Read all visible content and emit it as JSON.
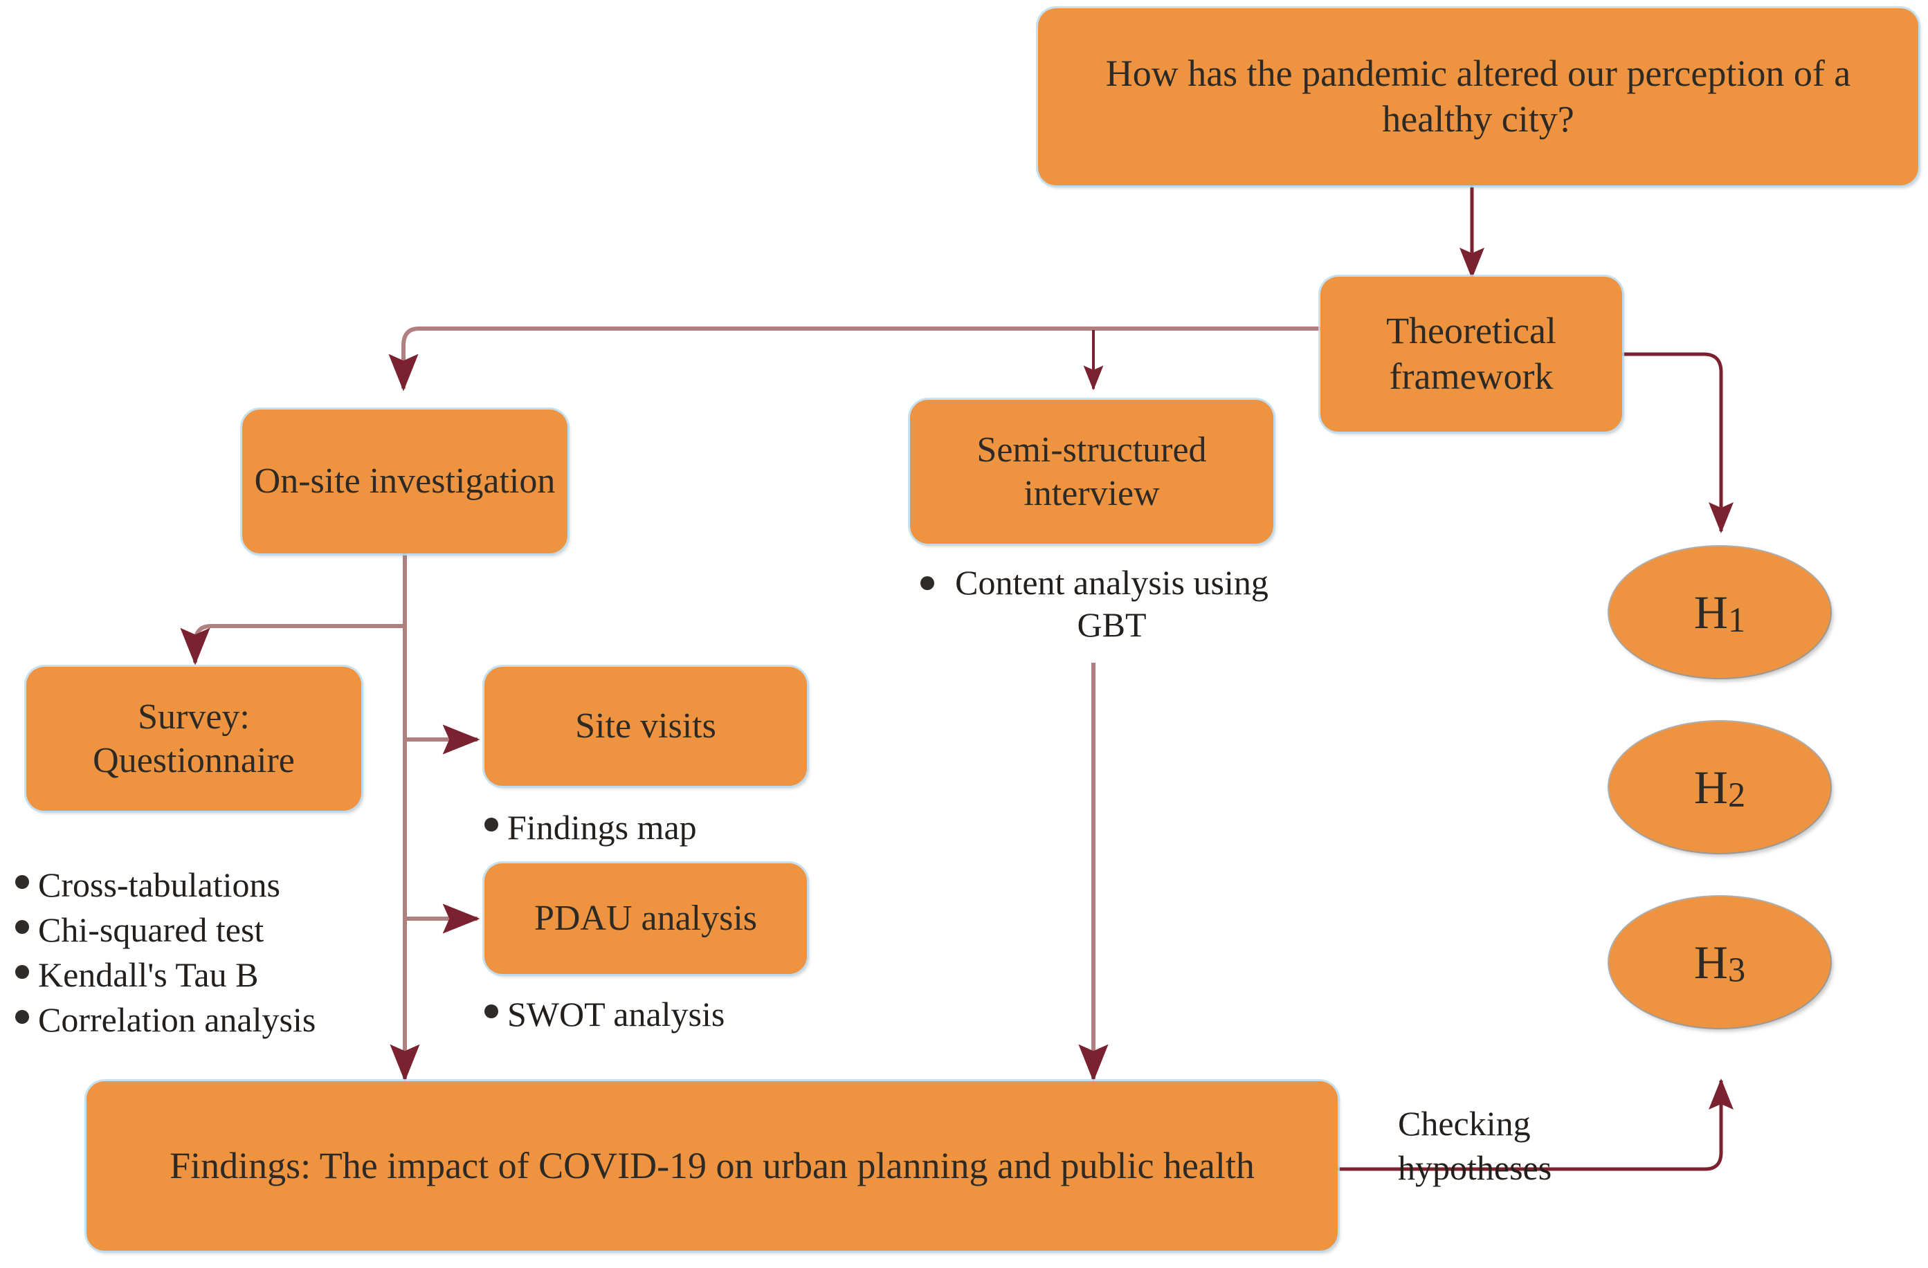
{
  "theme": {
    "node_fill": "#ee9440",
    "node_text": "#2d2a26",
    "connector_stroke": "#7b2230",
    "connector_stroke_light": "#b07f80",
    "bullet_text": "#231f1c",
    "background": "#ffffff",
    "node_glow": "#bcdcee"
  },
  "diagram": {
    "type": "flowchart",
    "title": "Research methodology flowchart: impact of COVID-19 on urban planning and public health"
  },
  "nodes": {
    "research_question": {
      "label": "How has the pandemic altered our perception of a healthy city?",
      "shape": "rounded-rect"
    },
    "theoretical_framework": {
      "label": "Theoretical framework",
      "shape": "rounded-rect"
    },
    "onsite_investigation": {
      "label": "On-site investigation",
      "shape": "rounded-rect"
    },
    "semi_structured_interview": {
      "label": "Semi-structured interview",
      "shape": "rounded-rect"
    },
    "survey_questionnaire": {
      "label": "Survey: Questionnaire",
      "shape": "rounded-rect"
    },
    "site_visits": {
      "label": "Site visits",
      "shape": "rounded-rect"
    },
    "pdau_analysis": {
      "label": "PDAU analysis",
      "shape": "rounded-rect"
    },
    "findings": {
      "label": "Findings: The impact of COVID-19 on urban planning and public health",
      "shape": "rounded-rect"
    },
    "hypothesis_1": {
      "letter": "H",
      "number": "1",
      "shape": "ellipse"
    },
    "hypothesis_2": {
      "letter": "H",
      "number": "2",
      "shape": "ellipse"
    },
    "hypothesis_3": {
      "letter": "H",
      "number": "3",
      "shape": "ellipse"
    }
  },
  "bullet_lists": {
    "survey_methods": [
      "Cross-tabulations",
      "Chi-squared test",
      "Kendall's Tau B",
      "Correlation analysis"
    ],
    "site_visit_outputs": [
      "Findings map"
    ],
    "pdau_outputs": [
      "SWOT analysis"
    ],
    "interview_methods": [
      "Content analysis using GBT"
    ]
  },
  "edge_labels": {
    "checking_hypotheses": "Checking hypotheses"
  }
}
